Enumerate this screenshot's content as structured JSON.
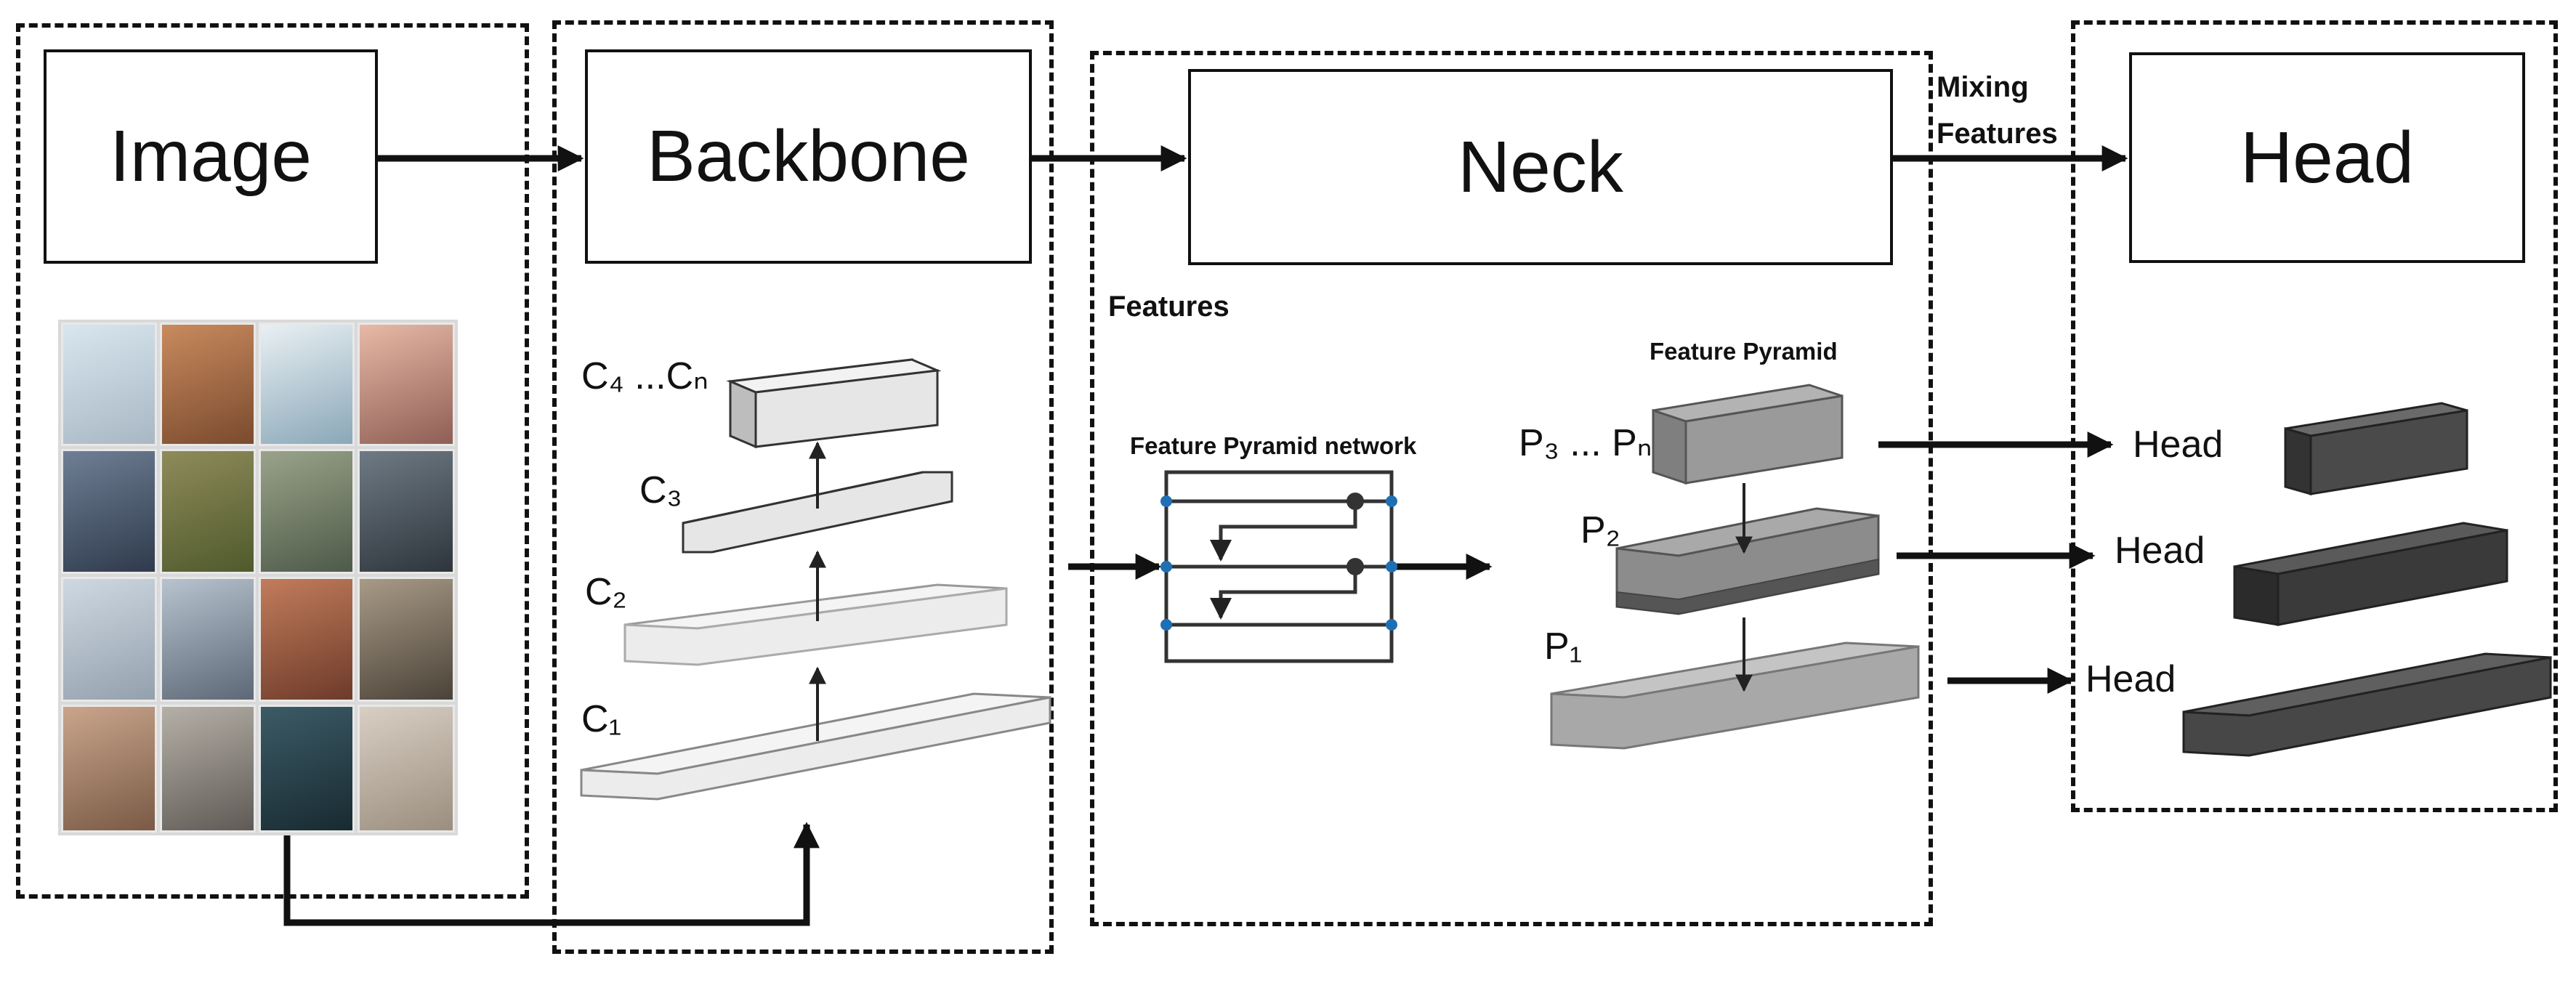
{
  "blocks": {
    "image": "Image",
    "backbone": "Backbone",
    "neck": "Neck",
    "head": "Head"
  },
  "labels": {
    "features": "Features",
    "mixing_features_1": "Mixing",
    "mixing_features_2": "Features",
    "fpn": "Feature Pyramid network",
    "feature_pyramid": "Feature Pyramid"
  },
  "backbone_layers": {
    "c4n": "C₄ ...Cₙ",
    "c3": "C₃",
    "c2": "C₂",
    "c1": "C₁"
  },
  "pyramid_layers": {
    "p3n": "P₃ ... Pₙ",
    "p2": "P₂",
    "p1": "P₁"
  },
  "head_outputs": [
    "Head",
    "Head",
    "Head"
  ],
  "colors": {
    "line": "#111111",
    "layer_light": "#e6e6e6",
    "pyramid_gray": "#9a9a9a",
    "head_dark": "#454545",
    "fpn_node": "#1f6fb5"
  }
}
